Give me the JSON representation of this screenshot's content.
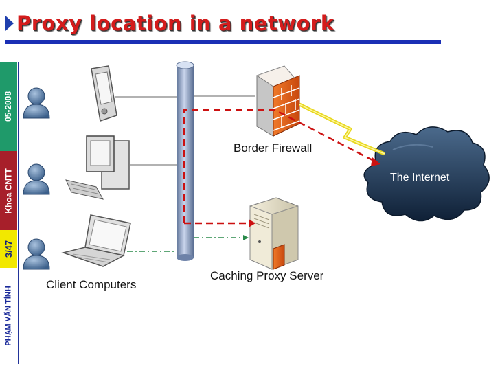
{
  "slide": {
    "title": "Proxy location in a network"
  },
  "sidebar": {
    "date": "05-2008",
    "department": "Khoa CNTT",
    "page": "3/47",
    "author": "PHẠM VĂN TÍNH"
  },
  "diagram": {
    "labels": {
      "border_firewall": "Border Firewall",
      "internet": "The Internet",
      "caching_proxy": "Caching Proxy Server",
      "clients": "Client Computers"
    }
  },
  "colors": {
    "title_text": "#d41c1c",
    "title_rule": "#1a2fb5",
    "sidebar_date": "#1f9a6a",
    "sidebar_department": "#a71f2a",
    "sidebar_page": "#f2e800",
    "red_dashed_path": "#cc1111",
    "green_dashdot_path": "#2a8a4a",
    "lightning": "#f0e020",
    "backbone": "#8ea3c8",
    "cloud": "#1d3550"
  }
}
